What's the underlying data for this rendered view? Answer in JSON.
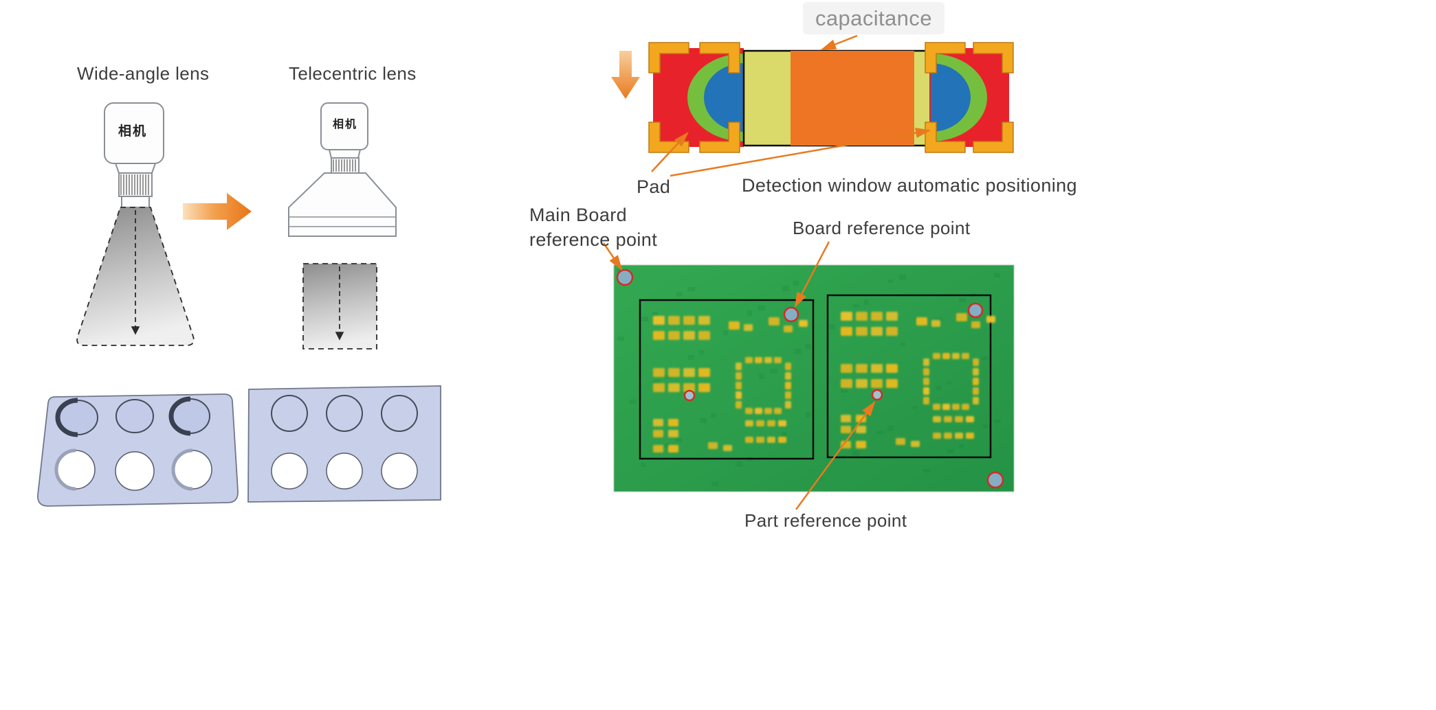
{
  "left_panel": {
    "wide_angle_label": "Wide-angle lens",
    "telecentric_label": "Telecentric lens",
    "camera_label": "相机"
  },
  "right_panel": {
    "capacitance_label": "capacitance",
    "pad_label": "Pad",
    "detection_label": "Detection window automatic positioning",
    "main_board_line1": "Main Board",
    "main_board_line2": "reference point",
    "board_reference_label": "Board reference point",
    "part_reference_label": "Part reference point"
  },
  "colors": {
    "annotation_orange": "#e87a1e",
    "component_red": "#e8222b",
    "component_green": "#76bf3e",
    "component_blue": "#2273b8",
    "component_yellow": "#d9da69",
    "component_body_orange": "#ee7523",
    "terminal_bracket_orange": "#f2a71f",
    "pcb_green": "#2ea04a",
    "solder_pad_yellow": "#ecb91e",
    "fiducial_fill": "#85aec5",
    "fiducial_ring": "#d42b26",
    "plate_blue": "#c7cfe9"
  }
}
